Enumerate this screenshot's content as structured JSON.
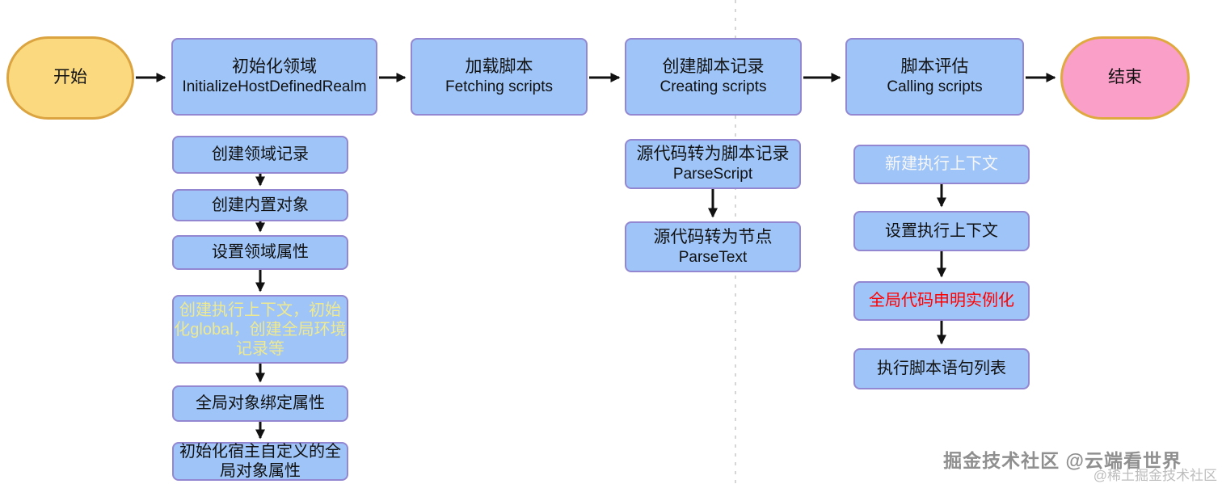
{
  "colors": {
    "node_fill": "#9fc5f8",
    "node_border": "#9387d1",
    "start_fill": "#fbd97e",
    "start_border": "#dba440",
    "end_fill": "#fa9fc7",
    "end_border": "#e0a93f",
    "arrow": "#111111",
    "divider": "#c9c9c9",
    "text_default": "#111111",
    "text_yellow": "#efe98f",
    "text_white": "#f7f7f7",
    "text_red": "#ff0000"
  },
  "flow": {
    "start_label": "开始",
    "end_label": "结束",
    "main_steps": [
      {
        "title": "初始化领域",
        "subtitle": "InitializeHostDefinedRealm"
      },
      {
        "title": "加载脚本",
        "subtitle": "Fetching scripts"
      },
      {
        "title": "创建脚本记录",
        "subtitle": "Creating scripts"
      },
      {
        "title": "脚本评估",
        "subtitle": "Calling scripts"
      }
    ],
    "realm_steps": [
      {
        "label": "创建领域记录"
      },
      {
        "label": "创建内置对象"
      },
      {
        "label": "设置领域属性"
      },
      {
        "label": "创建执行上下文，初始化global，创建全局环境记录等"
      },
      {
        "label": "全局对象绑定属性"
      },
      {
        "label": "初始化宿主自定义的全局对象属性"
      }
    ],
    "parse_steps": [
      {
        "title": "源代码转为脚本记录",
        "subtitle": "ParseScript"
      },
      {
        "title": "源代码转为节点",
        "subtitle": "ParseText"
      }
    ],
    "eval_steps": [
      {
        "label": "新建执行上下文"
      },
      {
        "label": "设置执行上下文"
      },
      {
        "label": "全局代码申明实例化"
      },
      {
        "label": "执行脚本语句列表"
      }
    ]
  },
  "watermark": {
    "primary": "掘金技术社区 @云端看世界",
    "secondary": "@稀土掘金技术社区"
  }
}
